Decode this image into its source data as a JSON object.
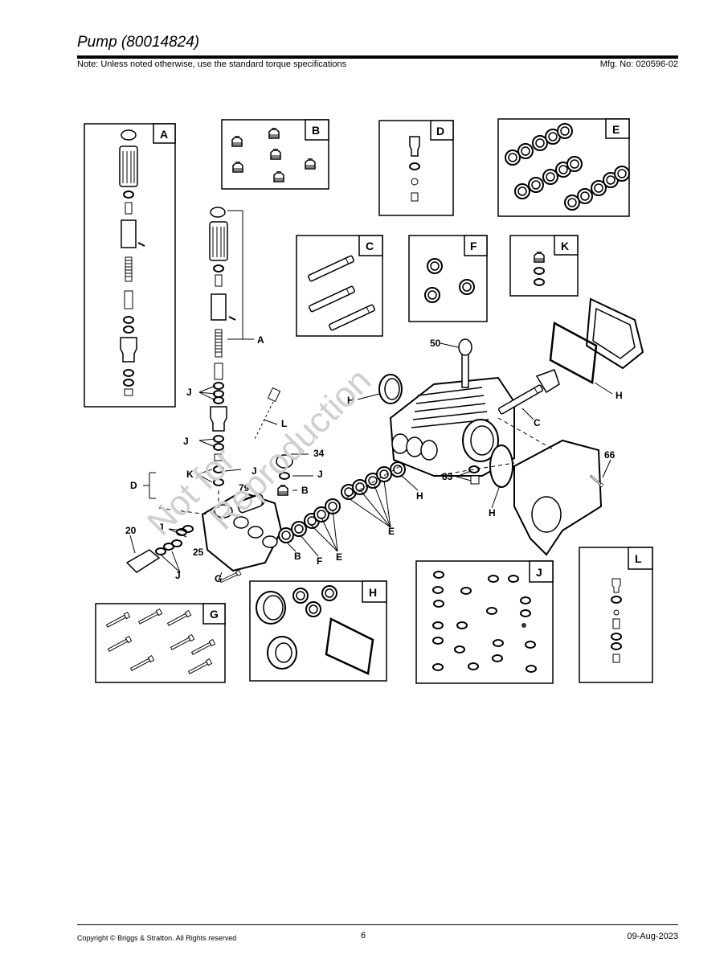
{
  "header": {
    "title": "Pump (80014824)",
    "note": "Note: Unless noted otherwise, use the standard torque specifications",
    "mfg": "Mfg. No: 020596-02"
  },
  "diagram": {
    "watermark_line1": "Not for",
    "watermark_line2": "Reproduction",
    "kit_boxes": {
      "a": "A",
      "b": "B",
      "c": "C",
      "d": "D",
      "e": "E",
      "f": "F",
      "g": "G",
      "h": "H",
      "j": "J",
      "k": "K",
      "l": "L"
    },
    "callouts": {
      "a": "A",
      "j1": "J",
      "l": "L",
      "j2": "J",
      "n34": "34",
      "k": "K",
      "j3": "J",
      "j4": "J",
      "d": "D",
      "n79": "79",
      "b1": "B",
      "n20": "20",
      "j5": "J",
      "n25": "25",
      "j6": "J",
      "g": "G",
      "b2": "B",
      "f": "F",
      "e1": "E",
      "e2": "E",
      "h1": "H",
      "h2": "H",
      "h3": "H",
      "h4": "H",
      "n50": "50",
      "c": "C",
      "n83": "83",
      "n66": "66"
    }
  },
  "footer": {
    "copyright": "Copyright ©  Briggs & Stratton. All Rights reserved",
    "page": "6",
    "date": "09-Aug-2023"
  }
}
